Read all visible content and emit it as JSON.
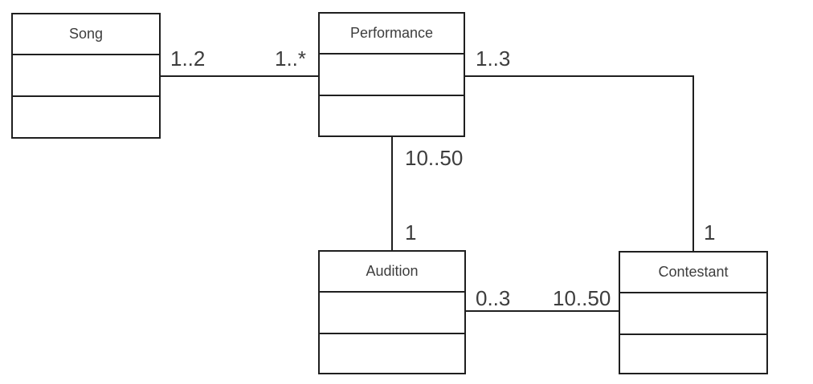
{
  "diagram": {
    "type": "uml-class-diagram",
    "background": "#ffffff",
    "line_color": "#1f1f1f",
    "text_color": "#3d3d3d",
    "classes": [
      {
        "name": "Song"
      },
      {
        "name": "Performance"
      },
      {
        "name": "Audition"
      },
      {
        "name": "Contestant"
      }
    ],
    "associations": [
      {
        "from": "Song",
        "to": "Performance",
        "from_multiplicity": "1..2",
        "to_multiplicity": "1..*"
      },
      {
        "from": "Performance",
        "to": "Contestant",
        "from_multiplicity": "1..3",
        "to_multiplicity": "1"
      },
      {
        "from": "Performance",
        "to": "Audition",
        "from_multiplicity": "10..50",
        "to_multiplicity": "1"
      },
      {
        "from": "Audition",
        "to": "Contestant",
        "from_multiplicity": "0..3",
        "to_multiplicity": "10..50"
      }
    ]
  }
}
